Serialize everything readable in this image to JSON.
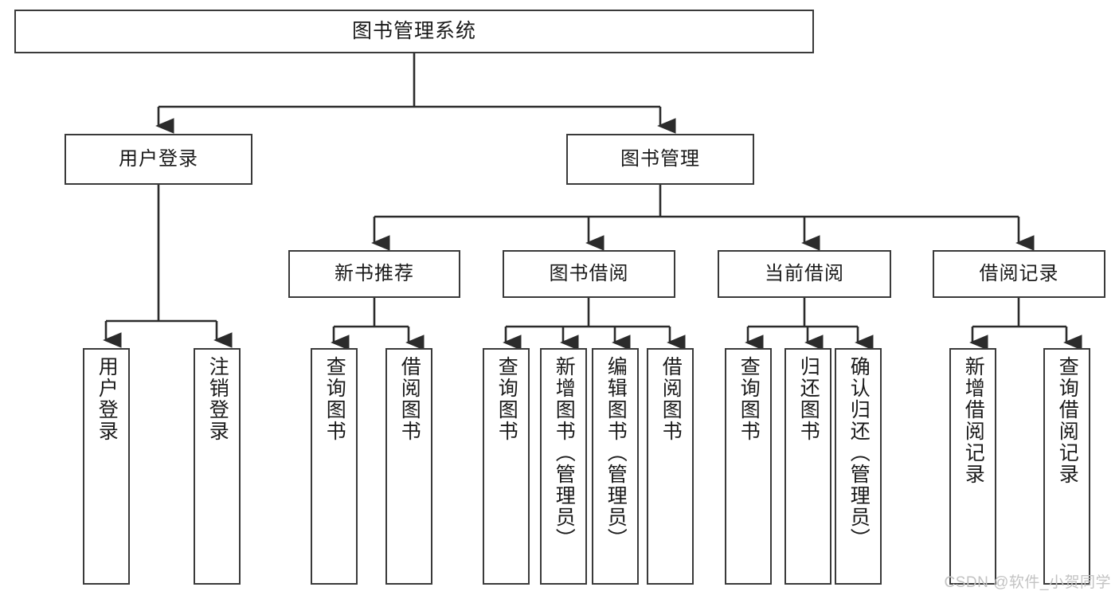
{
  "diagram": {
    "title": "图书管理系统",
    "type": "功能结构图",
    "colors": {
      "box_border": "#3a3a3a",
      "box_fill": "#ffffff",
      "connector": "#2b2b2b",
      "text": "#1a1a1a",
      "watermark": "#c3c3c3",
      "background": "#ffffff"
    }
  },
  "root": {
    "label": "图书管理系统"
  },
  "level2": [
    {
      "label": "用户登录"
    },
    {
      "label": "图书管理"
    }
  ],
  "level3": [
    {
      "label": "新书推荐"
    },
    {
      "label": "图书借阅"
    },
    {
      "label": "当前借阅"
    },
    {
      "label": "借阅记录"
    }
  ],
  "leaves": {
    "user_login": [
      {
        "label": "用户登录"
      },
      {
        "label": "注销登录"
      }
    ],
    "new_book_recommend": [
      {
        "label": "查询图书"
      },
      {
        "label": "借阅图书"
      }
    ],
    "book_borrow": [
      {
        "label": "查询图书"
      },
      {
        "label": "新增图书（管理员）"
      },
      {
        "label": "编辑图书（管理员）"
      },
      {
        "label": "借阅图书"
      }
    ],
    "current_borrow": [
      {
        "label": "查询图书"
      },
      {
        "label": "归还图书"
      },
      {
        "label": "确认归还（管理员）"
      }
    ],
    "borrow_record": [
      {
        "label": "新增借阅记录"
      },
      {
        "label": "查询借阅记录"
      }
    ]
  },
  "watermark": {
    "text": "CSDN @软件_小贺同学"
  }
}
